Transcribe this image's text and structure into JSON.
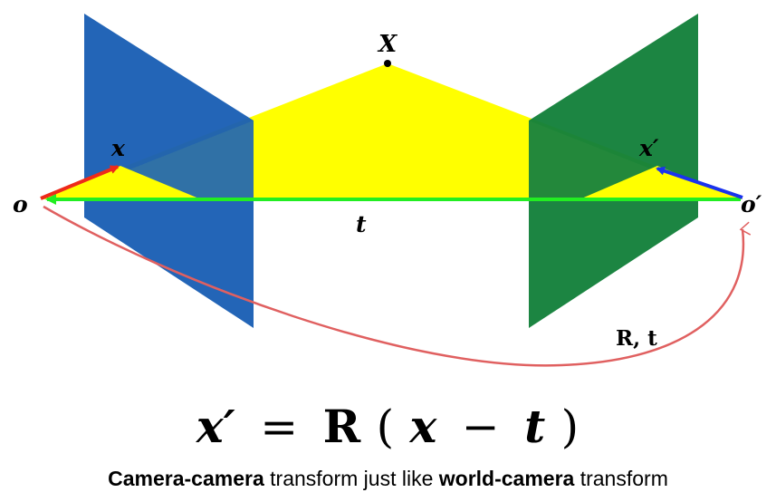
{
  "labels": {
    "X": "X",
    "x": "x",
    "x_prime": "x′",
    "o": "o",
    "o_prime": "o′",
    "t": "t",
    "R_t": "R, t"
  },
  "equation": {
    "lhs": "x′",
    "equals": "=",
    "R": "R",
    "open_paren": "(",
    "x": "x",
    "minus": "−",
    "t": "t",
    "close_paren": ")"
  },
  "caption": {
    "part1_bold": "Camera-camera",
    "part2": " transform just like ",
    "part3_bold": "world-camera",
    "part4": " transform"
  },
  "colors": {
    "left_plane": "#1a5fb4",
    "right_plane": "#13803a",
    "triangle": "#ffff00",
    "baseline": "#22ee22",
    "left_ray": "#ee2a1a",
    "right_ray": "#1a33ee",
    "curve": "#e06060"
  }
}
